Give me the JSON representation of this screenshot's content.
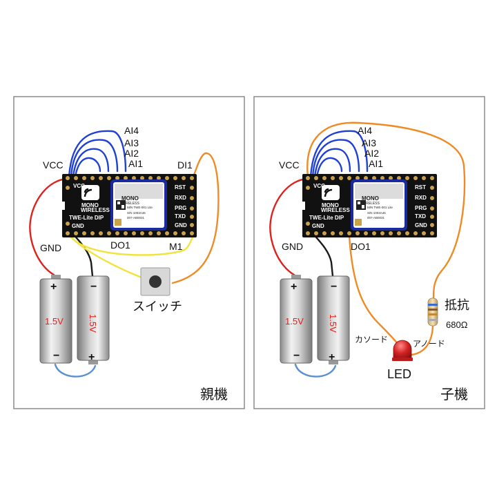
{
  "left_panel": {
    "caption": "親機",
    "board": {
      "label": "TWE-Lite DIP",
      "brand_line1": "MONO",
      "brand_line2": "WIRELESS",
      "vcc": "VCC",
      "gnd": "GND",
      "right_pins": [
        "RST",
        "RXD",
        "PRG",
        "TXD",
        "GND"
      ],
      "module_text": [
        "MONO",
        "WIRELESS",
        "M/N TWE-001 Lite",
        "S/N 1003A45",
        "007-AB0031"
      ]
    },
    "labels": {
      "ai4": "AI4",
      "ai3": "AI3",
      "ai2": "AI2",
      "ai1": "AI1",
      "vcc": "VCC",
      "di1": "DI1",
      "gnd": "GND",
      "do1": "DO1",
      "m1": "M1",
      "switch": "スイッチ"
    },
    "battery1": {
      "voltage": "1.5V",
      "plus": "+",
      "minus": "−"
    },
    "battery2": {
      "voltage": "1.5V",
      "plus": "+",
      "minus": "−"
    }
  },
  "right_panel": {
    "caption": "子機",
    "board": {
      "label": "TWE-Lite DIP",
      "brand_line1": "MONO",
      "brand_line2": "WIRELESS",
      "vcc": "VCC",
      "gnd": "GND",
      "right_pins": [
        "RST",
        "RXD",
        "PRG",
        "TXD",
        "GND"
      ],
      "module_text": [
        "MONO",
        "WIRELESS",
        "M/N TWE-001 Lite",
        "S/N 1003A45",
        "007-AB0031"
      ]
    },
    "labels": {
      "ai4": "AI4",
      "ai3": "AI3",
      "ai2": "AI2",
      "ai1": "AI1",
      "vcc": "VCC",
      "gnd": "GND",
      "do1": "DO1",
      "resistor": "抵抗",
      "resistor_value": "680Ω",
      "cathode": "カソード",
      "anode": "アノード",
      "led": "LED"
    },
    "battery1": {
      "voltage": "1.5V",
      "plus": "+",
      "minus": "−"
    },
    "battery2": {
      "voltage": "1.5V",
      "plus": "+",
      "minus": "−"
    }
  },
  "colors": {
    "blue_wire": "#1f3fd6",
    "red_wire": "#e0201c",
    "orange_wire": "#f08a24",
    "yellow_wire": "#f2e33a",
    "black_wire": "#1a1a1a",
    "light_blue_wire": "#5a8fd0",
    "board": "#111111",
    "led": "#d42424",
    "voltage_text": "#e0201c"
  }
}
